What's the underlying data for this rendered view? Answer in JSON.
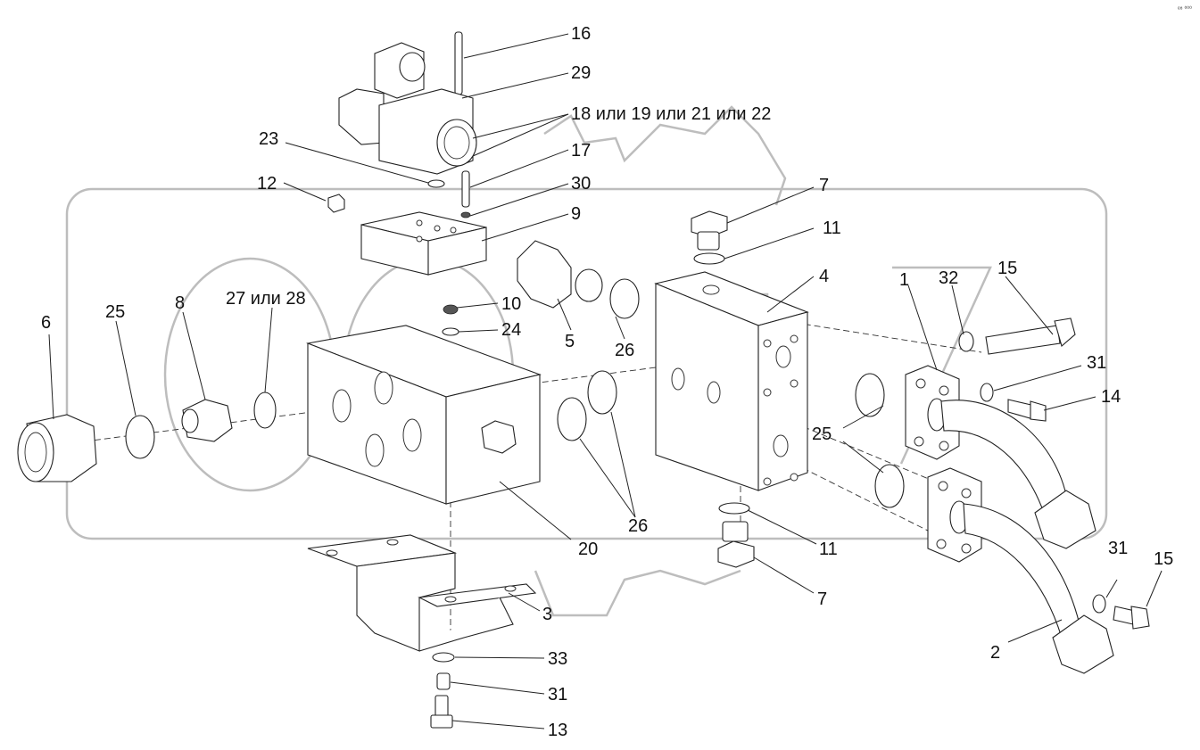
{
  "corner_mark": "ᵉ⁸ ⁰⁰⁰",
  "callouts": [
    {
      "id": "c16",
      "text": "16"
    },
    {
      "id": "c29",
      "text": "29"
    },
    {
      "id": "c18",
      "text": "18 или 19 или 21 или 22"
    },
    {
      "id": "c23",
      "text": "23"
    },
    {
      "id": "c17",
      "text": "17"
    },
    {
      "id": "c12",
      "text": "12"
    },
    {
      "id": "c30",
      "text": "30"
    },
    {
      "id": "c9",
      "text": "9"
    },
    {
      "id": "c7a",
      "text": "7"
    },
    {
      "id": "c11a",
      "text": "11"
    },
    {
      "id": "c4",
      "text": "4"
    },
    {
      "id": "c1",
      "text": "1"
    },
    {
      "id": "c32",
      "text": "32"
    },
    {
      "id": "c15a",
      "text": "15"
    },
    {
      "id": "c6",
      "text": "6"
    },
    {
      "id": "c25a",
      "text": "25"
    },
    {
      "id": "c8",
      "text": "8"
    },
    {
      "id": "c27",
      "text": "27 или 28"
    },
    {
      "id": "c10",
      "text": "10"
    },
    {
      "id": "c24",
      "text": "24"
    },
    {
      "id": "c5",
      "text": "5"
    },
    {
      "id": "c26a",
      "text": "26"
    },
    {
      "id": "c31a",
      "text": "31"
    },
    {
      "id": "c14",
      "text": "14"
    },
    {
      "id": "c25b",
      "text": "25"
    },
    {
      "id": "c26b",
      "text": "26"
    },
    {
      "id": "c20",
      "text": "20"
    },
    {
      "id": "c11b",
      "text": "11"
    },
    {
      "id": "c7b",
      "text": "7"
    },
    {
      "id": "c3",
      "text": "3"
    },
    {
      "id": "c31b",
      "text": "31"
    },
    {
      "id": "c15b",
      "text": "15"
    },
    {
      "id": "c2",
      "text": "2"
    },
    {
      "id": "c33",
      "text": "33"
    },
    {
      "id": "c31c",
      "text": "31"
    },
    {
      "id": "c13",
      "text": "13"
    }
  ]
}
